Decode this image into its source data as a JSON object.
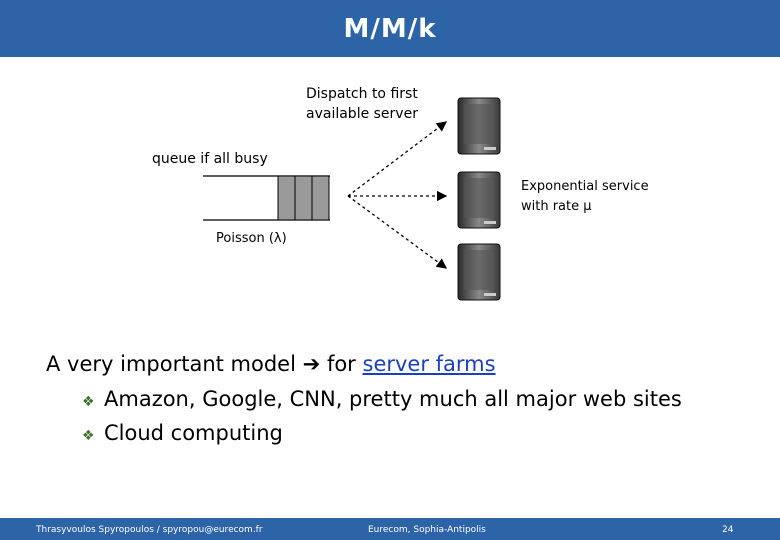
{
  "title": "M/M/k",
  "diagram": {
    "dispatch_label_line1": "Dispatch to first",
    "dispatch_label_line2": "available server",
    "queue_label": "queue if all busy",
    "service_label_line1": "Exponential service",
    "service_label_line2": "with rate μ",
    "arrival_label": "Poisson (λ)",
    "queue_slots": 3,
    "server_count": 3
  },
  "body": {
    "line1_prefix": "A very important model",
    "line1_arrow": "➔",
    "line1_middle": "for",
    "line1_link": "server farms",
    "bullets": [
      "Amazon, Google, CNN, pretty much all major web sites",
      "Cloud computing"
    ],
    "bullet_glyph": "❖"
  },
  "footer": {
    "author": "Thrasyvoulos Spyropoulos / spyropou@eurecom.fr",
    "institution": "Eurecom, Sophia-Antipolis",
    "page": "24"
  },
  "colors": {
    "bar": "#2d64a8",
    "link": "#1a3fbf",
    "bullet": "#3f6f2a"
  }
}
